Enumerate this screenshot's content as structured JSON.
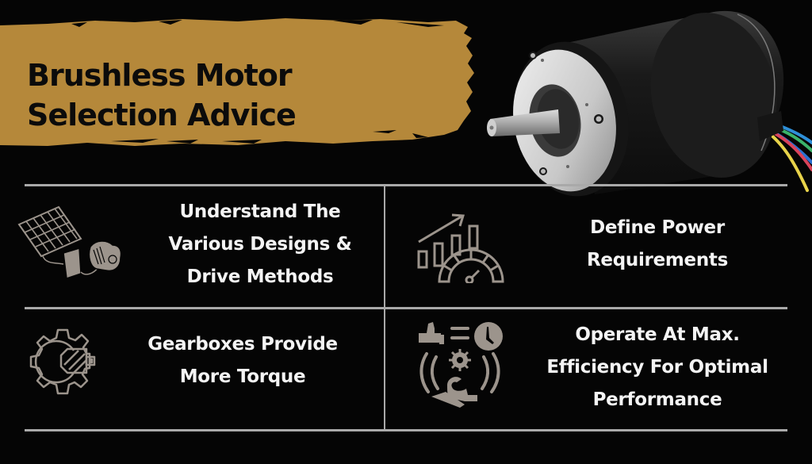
{
  "header": {
    "title_lines": [
      "Brushless Motor",
      "Selection Advice"
    ],
    "banner_color": "#B5883A",
    "title_color": "#0B0B0B"
  },
  "hero_image": {
    "subject": "brushless-dc-motor",
    "wire_colors": [
      "#2E8FD8",
      "#3BB36A",
      "#E8D34A",
      "#D9435A",
      "#2A6FD0"
    ]
  },
  "colors": {
    "background": "#050505",
    "divider": "#A9A9A9",
    "icon": "#9C948C",
    "text": "#F4F4F4"
  },
  "cards": [
    {
      "icon": "solar-panel-motor-icon",
      "lines": [
        "Understand The",
        "Various Designs &",
        "Drive Methods"
      ]
    },
    {
      "icon": "power-gauge-chart-icon",
      "lines": [
        "Define Power",
        "Requirements"
      ]
    },
    {
      "icon": "gear-torque-icon",
      "lines": [
        "Gearboxes Provide",
        "More Torque"
      ]
    },
    {
      "icon": "efficiency-cycle-icon",
      "lines": [
        "Operate At Max.",
        "Efficiency For Optimal",
        "Performance"
      ]
    }
  ]
}
